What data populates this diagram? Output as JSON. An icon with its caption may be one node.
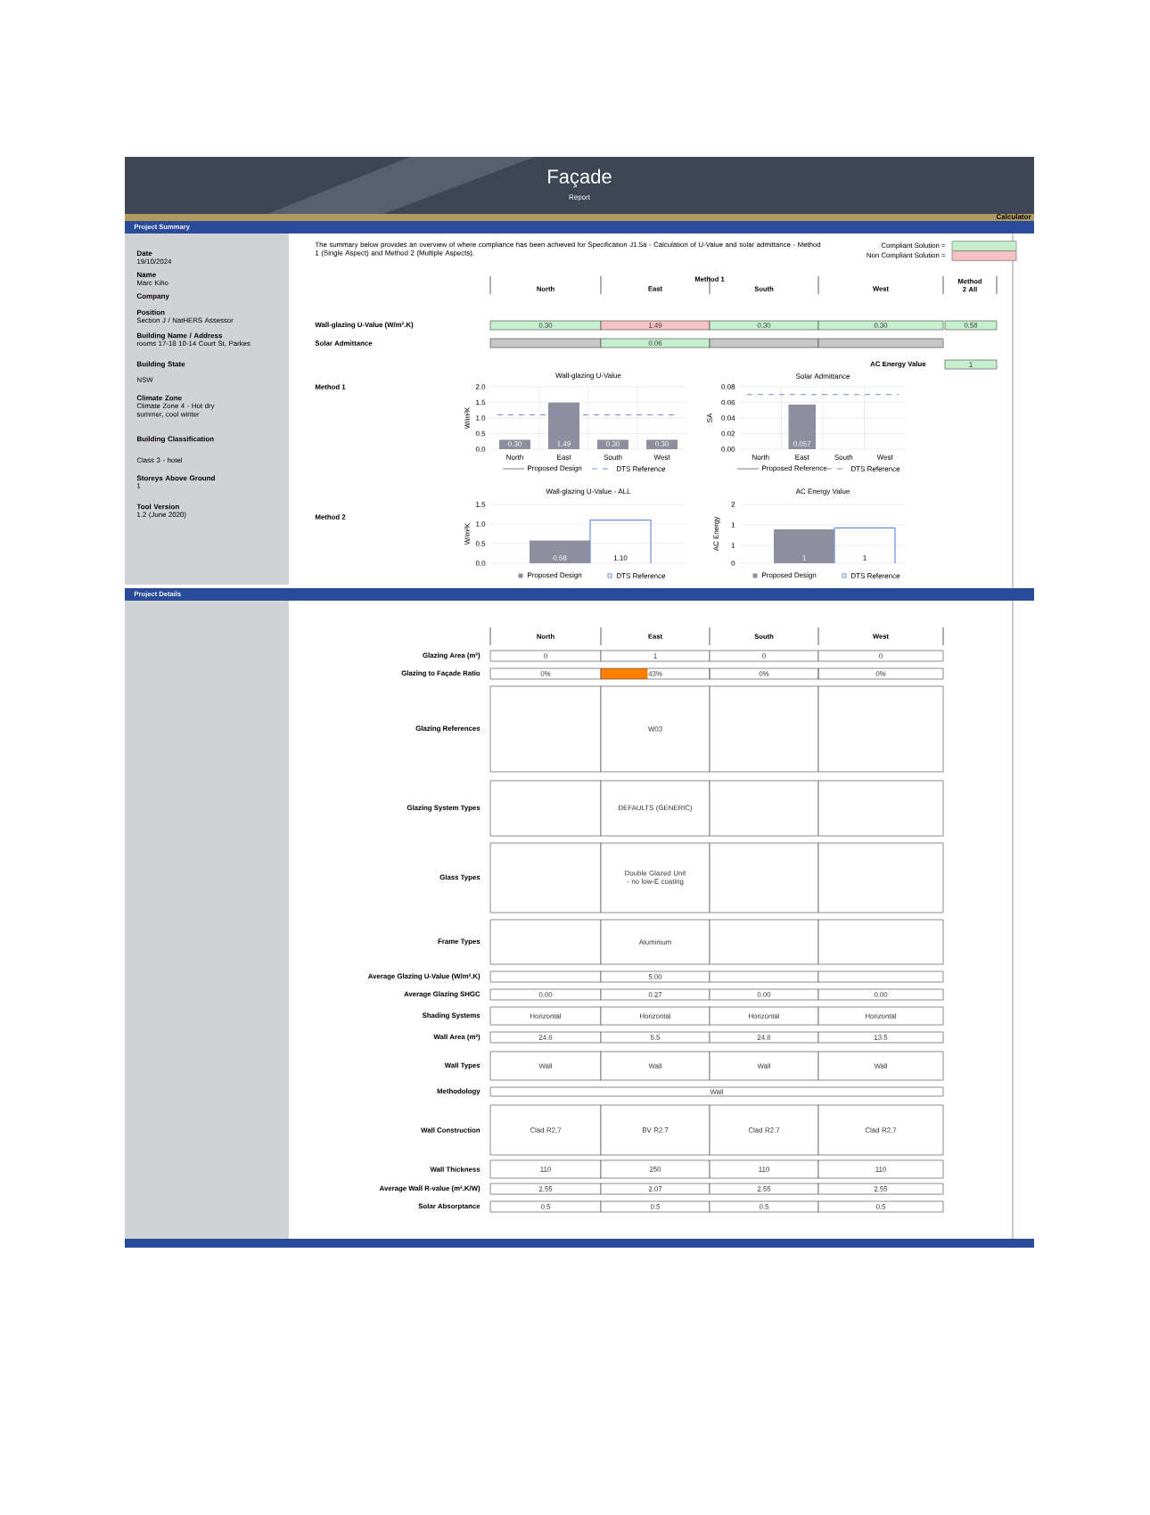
{
  "diagram": {
    "title": "Façade",
    "labels": [
      "Report",
      "Calculator",
      "Project Summary",
      "Date",
      "19/10/2024",
      "Name",
      "Marc Kiho",
      "Company",
      "Position",
      "Section J / NatHERS Assessor",
      "Building Name / Address",
      "rooms 17-18 10-14 Court St, Parkes",
      "Building State",
      "NSW",
      "Climate Zone",
      "Climate Zone 4 - Hot dry summer, cool winter",
      "Building Classification",
      "Class 3 - hotel",
      "Storeys Above Ground",
      "1",
      "Tool Version",
      "1.2 (June 2020)",
      "The summary below provides an overview of where compliance has been achieved for Specification J1.5a - Calculation of U-Value and solar admittance - Method 1 (Single Aspect) and Method 2 (Multiple Aspects).",
      "Method 1",
      "North",
      "East",
      "South",
      "West",
      "Method 2 All",
      "Wall-glazing U-Value (W/m².K)",
      "0.30",
      "1.49",
      "0.30",
      "0.30",
      "0.58",
      "Solar Admittance",
      "0.06",
      "AC Energy Value",
      "1",
      "Method 1",
      "Wall-glazing U-Value",
      "W/m²K",
      "2.0",
      "1.5",
      "1.0",
      "0.5",
      "0.0",
      "0.30",
      "1.49",
      "0.30",
      "0.30",
      "North",
      "East",
      "South",
      "West",
      "Proposed Design",
      "DTS Reference",
      "Solar Admittance",
      "SA",
      "0.08",
      "0.06",
      "0.04",
      "0.02",
      "0.00",
      "0.057",
      "North",
      "East",
      "South",
      "West",
      "Proposed Reference",
      "DTS Reference",
      "Method 2",
      "Wall-glazing U-Value - ALL",
      "W/m²K",
      "1.5",
      "1.0",
      "0.5",
      "0.0",
      "0.58",
      "1.10",
      "Proposed Design",
      "DTS Reference",
      "AC Energy Value",
      "AC Energy",
      "2",
      "1",
      "1",
      "0",
      "1",
      "1",
      "Proposed Design",
      "DTS Reference",
      "Project Details",
      "North",
      "East",
      "South",
      "West",
      "Glazing Area (m²)",
      "0",
      "1",
      "0",
      "0",
      "Glazing to Façade Ratio",
      "0%",
      "43%",
      "0%",
      "0%",
      "Glazing References",
      "W03",
      "Glazing System Types",
      "DEFAULTS (GENERIC)",
      "Glass Types",
      "Double Glazed Unit - no low-E coating",
      "Frame Types",
      "Aluminium",
      "Average Glazing U-Value (W/m².K)",
      "5.00",
      "Average Glazing SHGC",
      "0.00",
      "0.27",
      "0.00",
      "0.00",
      "Shading Systems",
      "Horizontal",
      "Horizontal",
      "Horizontal",
      "Horizontal",
      "Wall Area (m²)",
      "24.6",
      "5.5",
      "24.6",
      "13.5",
      "Wall Types",
      "Wall",
      "Wall",
      "Wall",
      "Wall",
      "Methodology",
      "Wall",
      "Wall Construction",
      "Clad R2.7",
      "BV R2.7",
      "Clad R2.7",
      "Clad R2.7",
      "Wall Thickness",
      "110",
      "250",
      "110",
      "110",
      "Average Wall R-value (m².K/W)",
      "2.55",
      "2.07",
      "2.55",
      "2.55",
      "Solar Absorptance",
      "0.5",
      "0.5",
      "0.5",
      "0.5"
    ],
    "legend": [
      {
        "text": "Compliant Solution =",
        "color": "#c6efce"
      },
      {
        "text": "Non Compliant Solution =",
        "color": "#f4c2c2"
      }
    ]
  }
}
